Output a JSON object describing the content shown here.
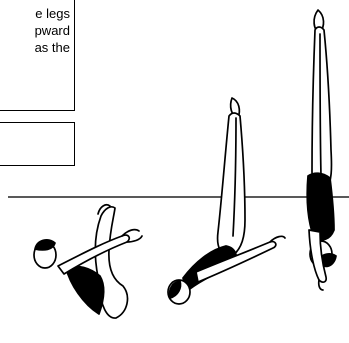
{
  "instruction_box": {
    "lines": [
      "e legs",
      "pward",
      "as the"
    ]
  },
  "answer_box": {
    "value": ""
  }
}
